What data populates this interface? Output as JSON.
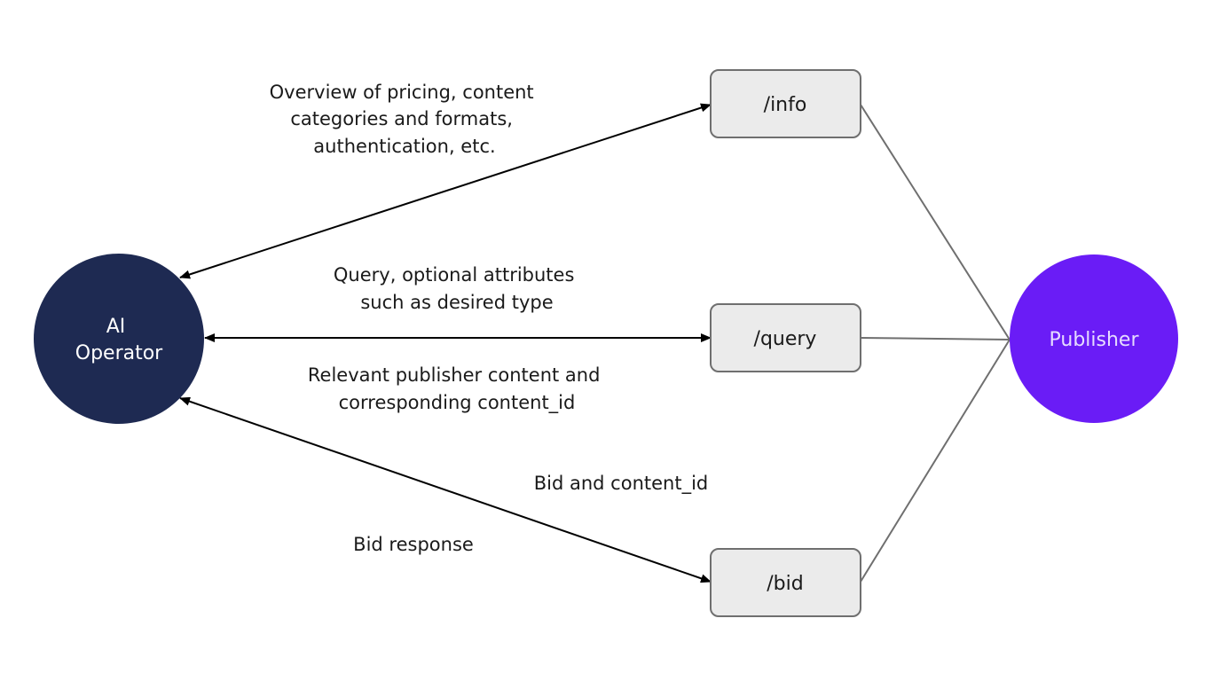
{
  "colors": {
    "operator_fill": "#1e2a52",
    "operator_text": "#ffffff",
    "publisher_fill": "#6a1cf6",
    "publisher_text": "#e6dcff",
    "endpoint_fill": "#ebebeb",
    "endpoint_stroke": "#6f6f6f",
    "arrow": "#000000",
    "connector": "#6f6f6f"
  },
  "nodes": {
    "operator": {
      "line1": "AI",
      "line2": "Operator"
    },
    "publisher": {
      "label": "Publisher"
    },
    "info": {
      "label": "/info"
    },
    "query": {
      "label": "/query"
    },
    "bid": {
      "label": "/bid"
    }
  },
  "edges": {
    "info_label": [
      "Overview of pricing, content",
      "categories and formats,",
      "authentication, etc."
    ],
    "query_request_label": [
      "Query, optional attributes",
      "such as desired type"
    ],
    "query_response_label": [
      "Relevant publisher content and",
      "corresponding content_id"
    ],
    "bid_request_label": "Bid and content_id",
    "bid_response_label": "Bid response"
  }
}
